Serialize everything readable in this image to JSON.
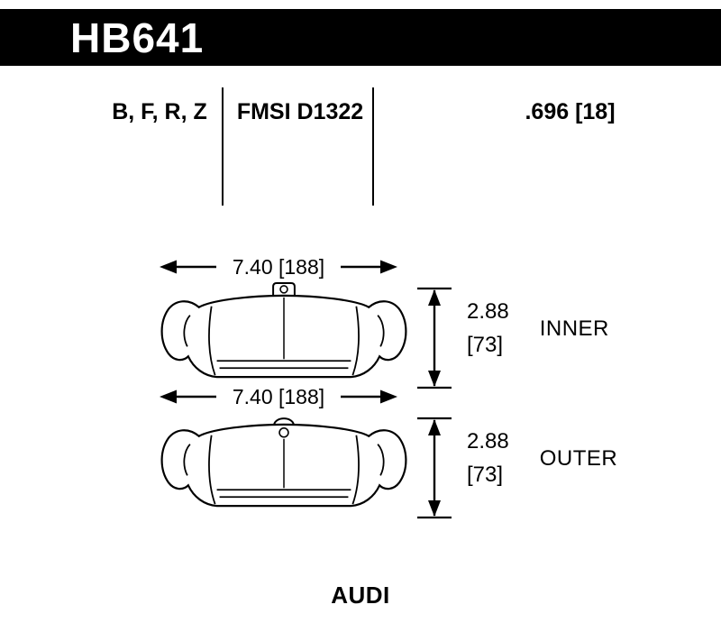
{
  "header": {
    "part_number": "HB641"
  },
  "specs": {
    "compounds": "B, F, R, Z",
    "fmsi": "FMSI D1322",
    "thickness": ".696 [18]"
  },
  "diagrams": [
    {
      "label": "INNER",
      "width": "7.40 [188]",
      "height_in": "2.88",
      "height_mm": "[73]"
    },
    {
      "label": "OUTER",
      "width": "7.40 [188]",
      "height_in": "2.88",
      "height_mm": "[73]"
    }
  ],
  "footer": {
    "make": "AUDI"
  },
  "colors": {
    "ink": "#000000",
    "background": "#ffffff",
    "header_bg": "#000000",
    "header_text": "#ffffff"
  }
}
